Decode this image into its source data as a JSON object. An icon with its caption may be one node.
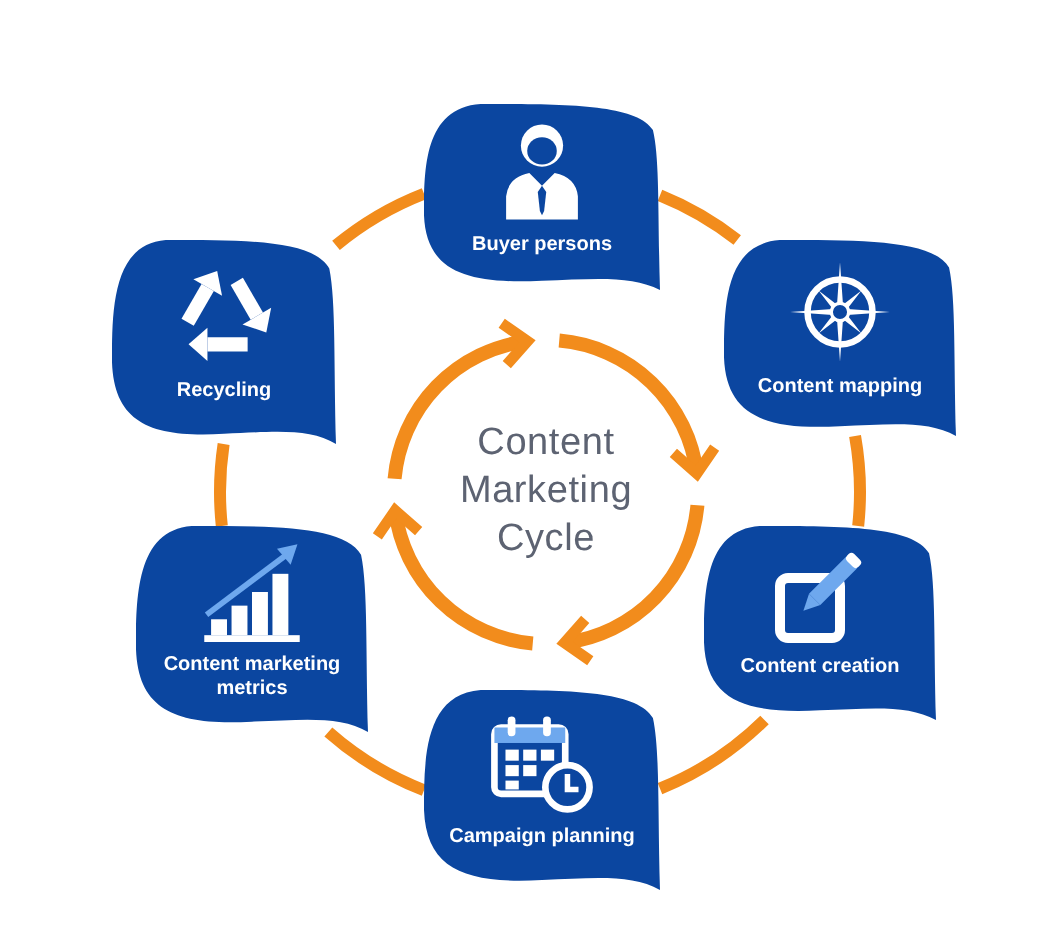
{
  "diagram": {
    "nodes": [
      {
        "text": [
          "Buyer persons"
        ]
      },
      {
        "text": [
          "Content mapping"
        ]
      },
      {
        "text": [
          "Content creation"
        ]
      },
      {
        "text": [
          "Campaign planning"
        ]
      },
      {
        "text": [
          "Content marketing metrics"
        ]
      },
      {
        "text": [
          "Recycling"
        ]
      }
    ],
    "edges": [
      {
        "from": 0,
        "to": 1,
        "arrow": "none"
      },
      {
        "from": 1,
        "to": 2,
        "arrow": "none"
      },
      {
        "from": 2,
        "to": 3,
        "arrow": "none"
      },
      {
        "from": 3,
        "to": 4,
        "arrow": "none"
      },
      {
        "from": 4,
        "to": 5,
        "arrow": "none"
      },
      {
        "from": 5,
        "to": 0,
        "arrow": "none"
      }
    ],
    "labels": [
      "Content Marketing Cycle"
    ]
  }
}
